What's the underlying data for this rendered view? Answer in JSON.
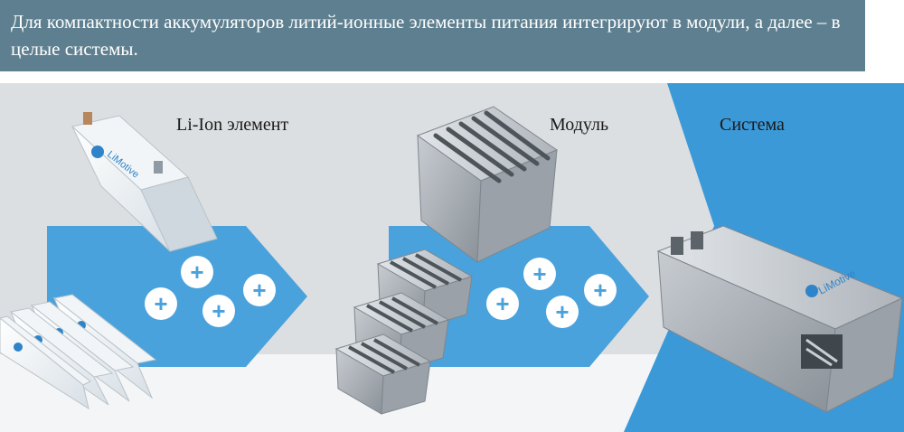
{
  "caption": "Для компактности аккумуляторов литий-ионные элементы питания интегрируют в модули, а далее – в целые системы.",
  "stages": [
    {
      "label": "Li-Ion элемент"
    },
    {
      "label": "Модуль"
    },
    {
      "label": "Система"
    }
  ],
  "brand": "LiMotive",
  "plus_glyph": "+",
  "colors": {
    "caption_bg": "#5e7f8f",
    "band_light": "#dcdfe1",
    "arrow_blue": "#4aa2dc",
    "system_blue": "#3c99d8",
    "brand_blue": "#2f83c8"
  }
}
